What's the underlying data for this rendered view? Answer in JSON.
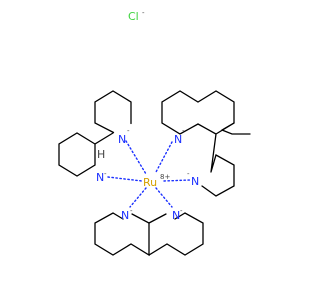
{
  "structure": {
    "counter_ion": {
      "label": "Cl",
      "charge": "-"
    },
    "metal": {
      "label": "Ru",
      "charge": "8+"
    },
    "nitrogen": {
      "label": "N",
      "charge": "-"
    },
    "hydrogen": {
      "label": "H"
    }
  },
  "colors": {
    "bond": "#000000",
    "nitrogen": "#1a2fff",
    "metal": "#d4a000",
    "chloride": "#3fd43f",
    "label_text": "#444444"
  }
}
